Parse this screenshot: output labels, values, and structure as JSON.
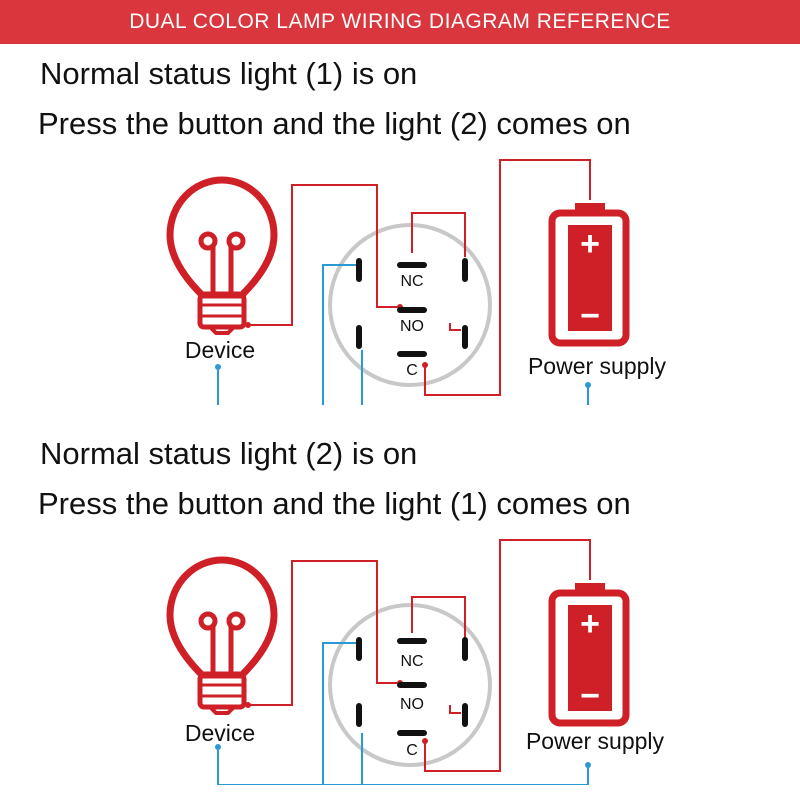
{
  "header": {
    "title": "DUAL COLOR LAMP WIRING DIAGRAM REFERENCE"
  },
  "colors": {
    "accent": "#d9363e",
    "wire_red": "#cf2027",
    "wire_blue": "#2a9ad6",
    "switch_ring": "#c8c8c8",
    "text": "#111111"
  },
  "sections": [
    {
      "line1": "Normal status light (1) is on",
      "line2": "Press the button and the light (2) comes on",
      "device_label": "Device",
      "power_label": "Power supply",
      "nc_label": "NC",
      "no_label": "NO",
      "c_label": "C",
      "plus_sign": "+",
      "minus_sign": "−"
    },
    {
      "line1": "Normal status light (2) is on",
      "line2": "Press the button and the light (1) comes on",
      "device_label": "Device",
      "power_label": "Power supply",
      "nc_label": "NC",
      "no_label": "NO",
      "c_label": "C",
      "plus_sign": "+",
      "minus_sign": "−"
    }
  ]
}
